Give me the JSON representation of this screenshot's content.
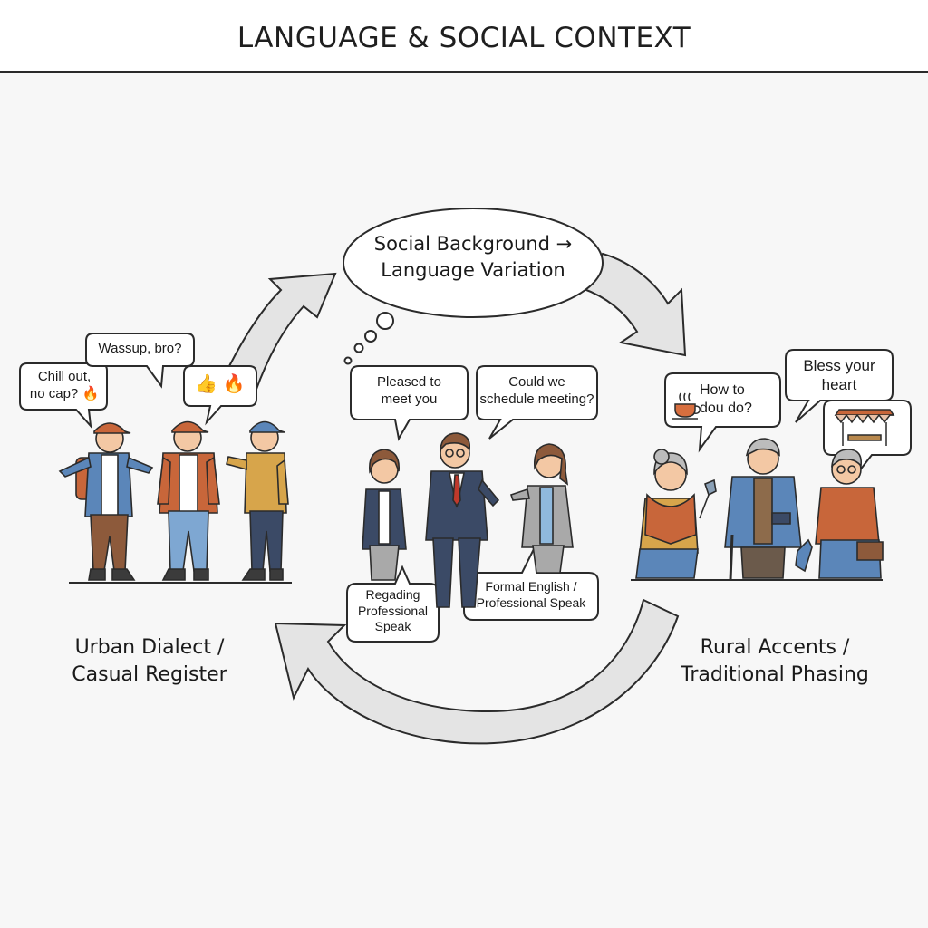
{
  "header": {
    "title": "LANGUAGE & SOCIAL CONTEXT"
  },
  "center_node": {
    "line1": "Social Background →",
    "line2": "Language Variation"
  },
  "urban": {
    "caption_line1": "Urban Dialect /",
    "caption_line2": "Casual Register",
    "bubbles": {
      "b1_line1": "Chill out,",
      "b1_line2": "no cap?",
      "b1_emoji": "🔥",
      "b2": "Wassup, bro?",
      "b3_emoji_1": "👍",
      "b3_emoji_2": "🔥"
    }
  },
  "professional": {
    "bubbles": {
      "b1_line1": "Pleased to",
      "b1_line2": "meet you",
      "b2_line1": "Could we",
      "b2_line2": "schedule meeting?",
      "b3_line1": "Regading",
      "b3_line2": "Professional",
      "b3_line3": "Speak",
      "b4_line1": "Formal English /",
      "b4_line2": "Professional Speak"
    }
  },
  "rural": {
    "caption_line1": "Rural Accents /",
    "caption_line2": "Traditional Phasing",
    "bubbles": {
      "b1_icon": "teacup-icon",
      "b1_line1": "How to",
      "b1_line2": "dou do?",
      "b2_line1": "Bless your",
      "b2_line2": "heart",
      "b3_icon": "market-stall-icon"
    }
  },
  "colors": {
    "arrow_fill": "#e4e4e4",
    "arrow_stroke": "#2b2b2b",
    "line": "#2b2b2b",
    "denim": "#5b86b9",
    "orange": "#c8663a",
    "mustard": "#d7a54b",
    "navy": "#3b4a66"
  }
}
